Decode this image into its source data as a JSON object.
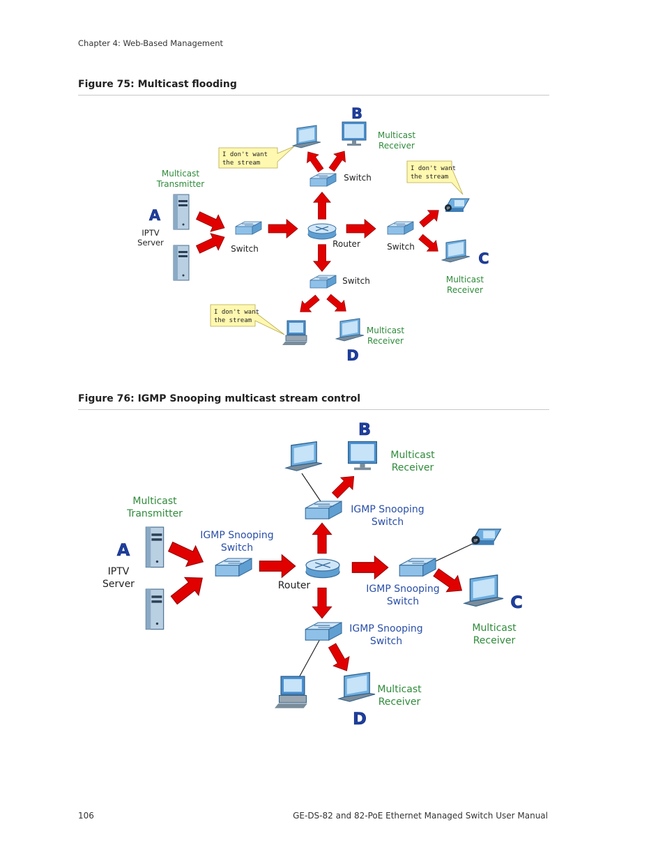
{
  "header": {
    "chapter": "Chapter 4: Web-Based Management"
  },
  "figure75": {
    "title": "Figure 75: Multicast flooding",
    "letters": {
      "a": "A",
      "b": "B",
      "c": "C",
      "d": "D"
    },
    "transmitter": [
      "Multicast",
      "Transmitter"
    ],
    "server": [
      "IPTV",
      "Server"
    ],
    "receiver": [
      "Multicast",
      "Receiver"
    ],
    "switch": "Switch",
    "router": "Router",
    "bubble": [
      "I don't want",
      "the stream"
    ]
  },
  "figure76": {
    "title": "Figure 76: IGMP Snooping multicast stream control",
    "letters": {
      "a": "A",
      "b": "B",
      "c": "C",
      "d": "D"
    },
    "transmitter": [
      "Multicast",
      "Transmitter"
    ],
    "server": [
      "IPTV",
      "Server"
    ],
    "receiver": [
      "Multicast",
      "Receiver"
    ],
    "switch": [
      "IGMP Snooping",
      "Switch"
    ],
    "router": "Router"
  },
  "footer": {
    "page_number": "106",
    "manual_title": "GE-DS-82 and 82-PoE Ethernet Managed Switch User Manual"
  },
  "colors": {
    "arrow": "#e10000",
    "label_green": "#2e8b3a",
    "label_blue": "#2a4fa8",
    "letter_blue": "#1e3fa0"
  }
}
